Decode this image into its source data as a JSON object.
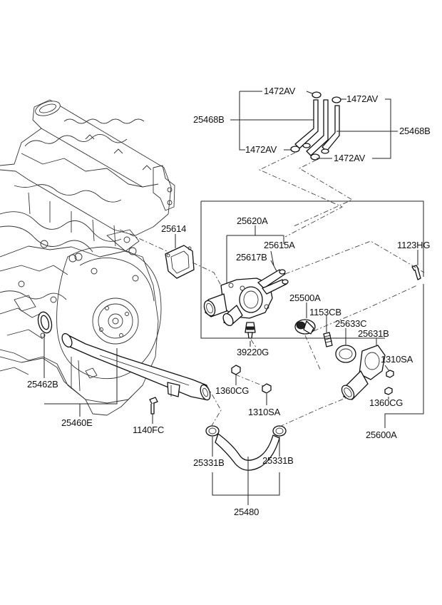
{
  "labels": {
    "p1472av_a": "1472AV",
    "p1472av_b": "1472AV",
    "p1472av_c": "1472AV",
    "p1472av_d": "1472AV",
    "p25468b_l": "25468B",
    "p25468b_r": "25468B",
    "p25620a": "25620A",
    "p25615a": "25615A",
    "p25617b": "25617B",
    "p25614": "25614",
    "p1123hg": "1123HG",
    "p25500a": "25500A",
    "p1153cb": "1153CB",
    "p25633c": "25633C",
    "p25631b": "25631B",
    "p39220g": "39220G",
    "p1310sa_r": "1310SA",
    "p1360cg_l": "1360CG",
    "p1360cg_r": "1360CG",
    "p1310sa_l": "1310SA",
    "p25462b": "25462B",
    "p25460e": "25460E",
    "p1140fc": "1140FC",
    "p25600a": "25600A",
    "p25331b_l": "25331B",
    "p25331b_r": "25331B",
    "p25480": "25480"
  },
  "colors": {
    "line": "#222222",
    "text": "#111111",
    "background": "#ffffff"
  }
}
